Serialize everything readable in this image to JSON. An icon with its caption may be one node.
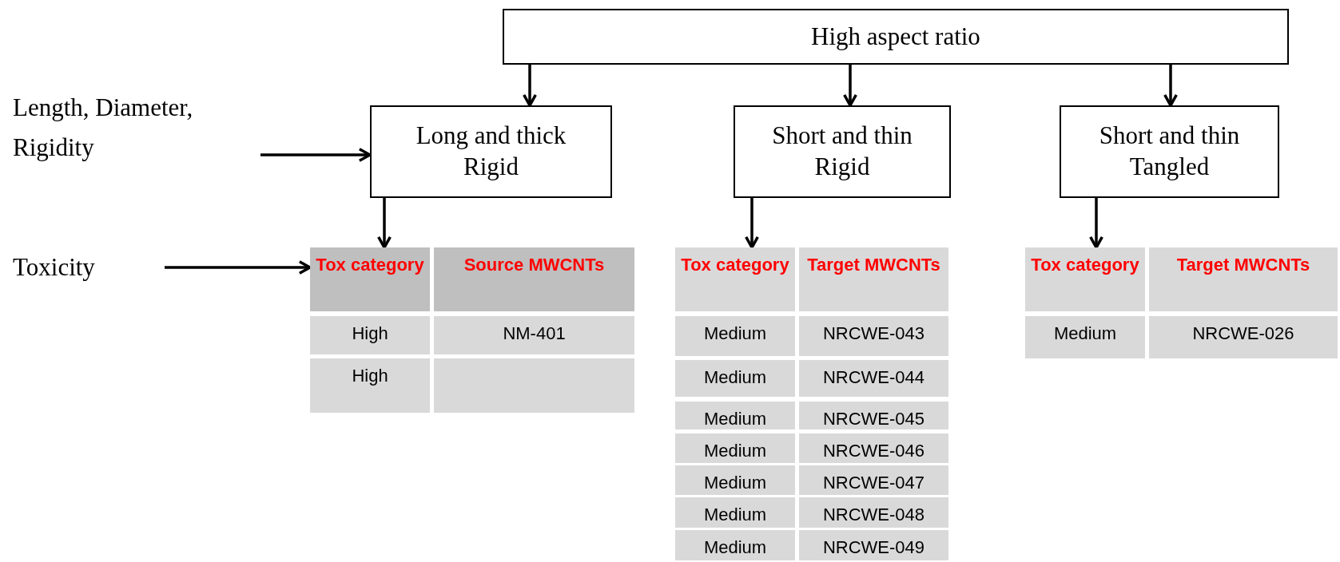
{
  "diagram": {
    "nodes": [
      {
        "text": [
          "High aspect ratio"
        ]
      },
      {
        "text": [
          "Length, Diameter, Rigidity"
        ]
      },
      {
        "text": [
          "Long and thick",
          "Rigid"
        ]
      },
      {
        "text": [
          "Short and thin",
          "Rigid"
        ]
      },
      {
        "text": [
          "Short and thin",
          "Tangled"
        ]
      },
      {
        "text": [
          "Toxicity"
        ]
      },
      {
        "text": [],
        "shape": "box"
      },
      {
        "text": [
          "Tox category"
        ],
        "in": 6
      },
      {
        "text": [
          "Source MWCNTs"
        ],
        "in": 6
      },
      {
        "text": [
          "High"
        ],
        "in": 6
      },
      {
        "text": [
          "NM-401"
        ],
        "in": 6
      },
      {
        "text": [
          "High"
        ],
        "in": 6
      },
      {
        "text": [],
        "shape": "box",
        "in": 6
      },
      {
        "text": [],
        "shape": "box"
      },
      {
        "text": [
          "Tox category"
        ],
        "in": 13
      },
      {
        "text": [
          "Target MWCNTs"
        ],
        "in": 13
      },
      {
        "text": [
          "Medium"
        ],
        "in": 13
      },
      {
        "text": [
          "NRCWE-043"
        ],
        "in": 13
      },
      {
        "text": [
          "Medium"
        ],
        "in": 13
      },
      {
        "text": [
          "NRCWE-044"
        ],
        "in": 13
      },
      {
        "text": [
          "Medium"
        ],
        "in": 13
      },
      {
        "text": [
          "NRCWE-045"
        ],
        "in": 13
      },
      {
        "text": [
          "Medium"
        ],
        "in": 13
      },
      {
        "text": [
          "NRCWE-046"
        ],
        "in": 13
      },
      {
        "text": [
          "Medium"
        ],
        "in": 13
      },
      {
        "text": [
          "NRCWE-047"
        ],
        "in": 13
      },
      {
        "text": [
          "Medium"
        ],
        "in": 13
      },
      {
        "text": [
          "NRCWE-048"
        ],
        "in": 13
      },
      {
        "text": [
          "Medium"
        ],
        "in": 13
      },
      {
        "text": [
          "NRCWE-049"
        ],
        "in": 13
      },
      {
        "text": [],
        "shape": "box"
      },
      {
        "text": [
          "Tox category"
        ],
        "in": 30
      },
      {
        "text": [
          "Target MWCNTs"
        ],
        "in": 30
      },
      {
        "text": [
          "Medium"
        ],
        "in": 30
      },
      {
        "text": [
          "NRCWE-026"
        ],
        "in": 30
      }
    ],
    "edges": [
      {
        "from": 0,
        "to": 2,
        "arrow": "to"
      },
      {
        "from": 0,
        "to": 3,
        "arrow": "to"
      },
      {
        "from": 0,
        "to": 4,
        "arrow": "to"
      },
      {
        "from": 1,
        "to": 2,
        "arrow": "to"
      },
      {
        "from": 2,
        "to": 6,
        "arrow": "to"
      },
      {
        "from": 3,
        "to": 13,
        "arrow": "to"
      },
      {
        "from": 4,
        "to": 30,
        "arrow": "to"
      },
      {
        "from": 5,
        "to": 6,
        "arrow": "to"
      }
    ]
  }
}
